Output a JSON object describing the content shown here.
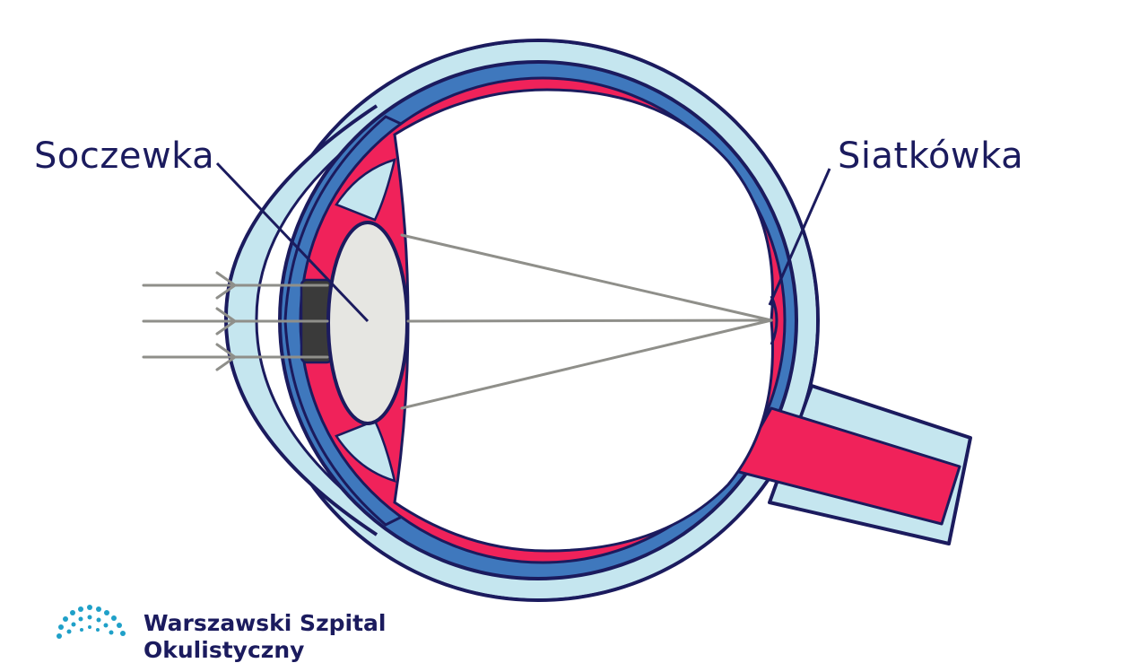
{
  "labels": {
    "lens": "Soczewka",
    "retina": "Siatkówka"
  },
  "logo": {
    "line1": "Warszawski Szpital",
    "line2": "Okulistyczny"
  },
  "colors": {
    "outline": "#1b1b5e",
    "sclera": "#c5e6ef",
    "choroid": "#3f78bd",
    "retina": "#f0225a",
    "pupil": "#3a3a3a",
    "lens": "#e6e6e2",
    "ray": "#8f8f8a",
    "logo_dots": "#1fa0c8"
  }
}
